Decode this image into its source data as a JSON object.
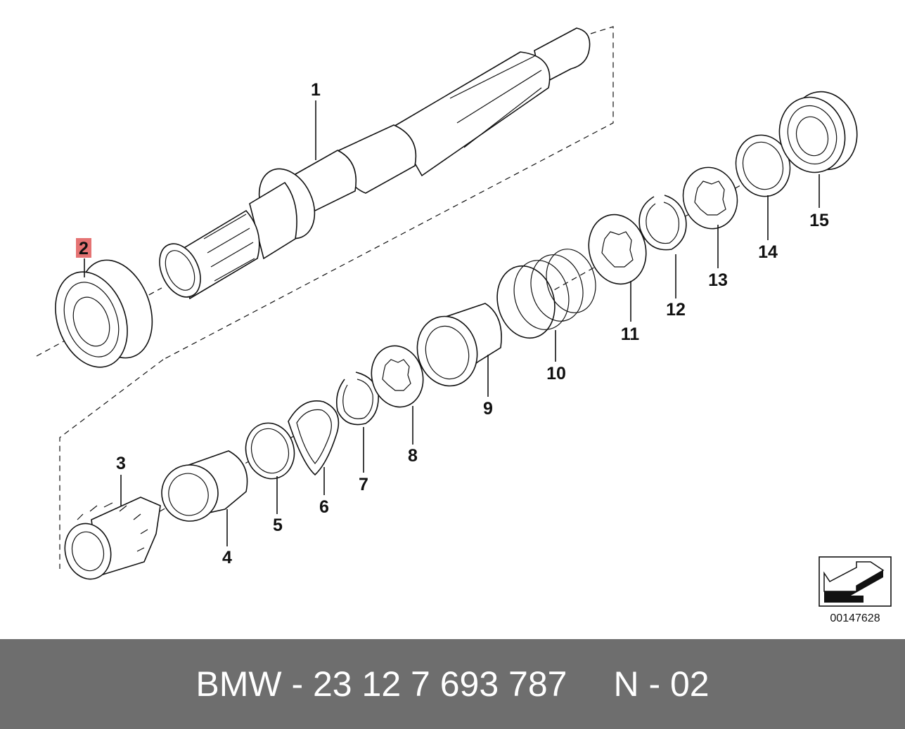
{
  "diagram": {
    "labels": [
      "1",
      "2",
      "3",
      "4",
      "5",
      "6",
      "7",
      "8",
      "9",
      "10",
      "11",
      "12",
      "13",
      "14",
      "15"
    ],
    "highlight_label": "2",
    "highlight_color": "#e57373",
    "reference_number": "00147628",
    "direction_icon": "arrow-icon"
  },
  "footer": {
    "part_text": "BMW - 23 12 7 693 787",
    "page_text": "N - 02",
    "background_color": "#6e6e6e"
  }
}
